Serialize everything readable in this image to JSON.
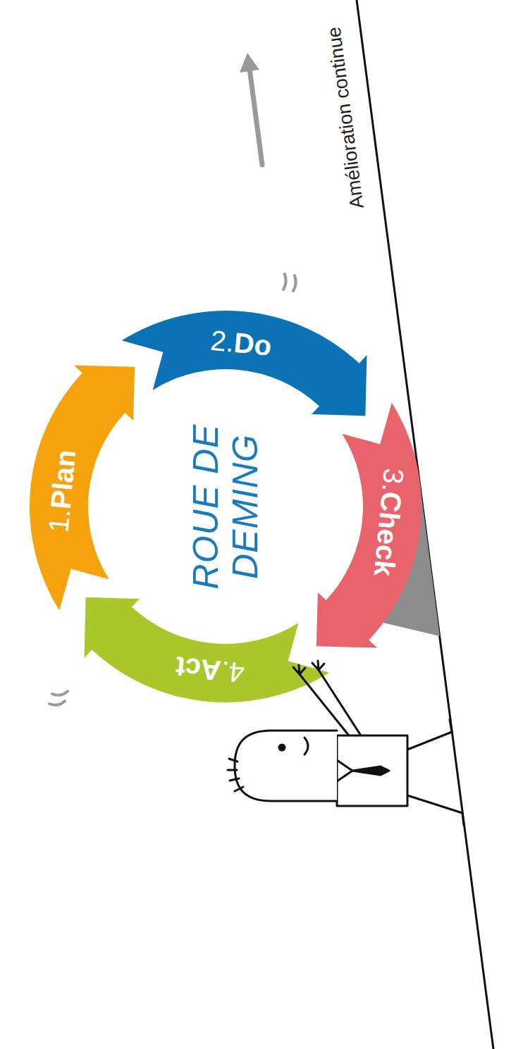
{
  "diagram": {
    "nodes": [
      {
        "text": [
          "1.Plan"
        ]
      },
      {
        "text": [
          "2.Do"
        ]
      },
      {
        "text": [
          "3.Check"
        ]
      },
      {
        "text": [
          "4.Act"
        ]
      }
    ],
    "labels": [
      "ROUE DE DEMING",
      "Amélioration continue"
    ]
  }
}
